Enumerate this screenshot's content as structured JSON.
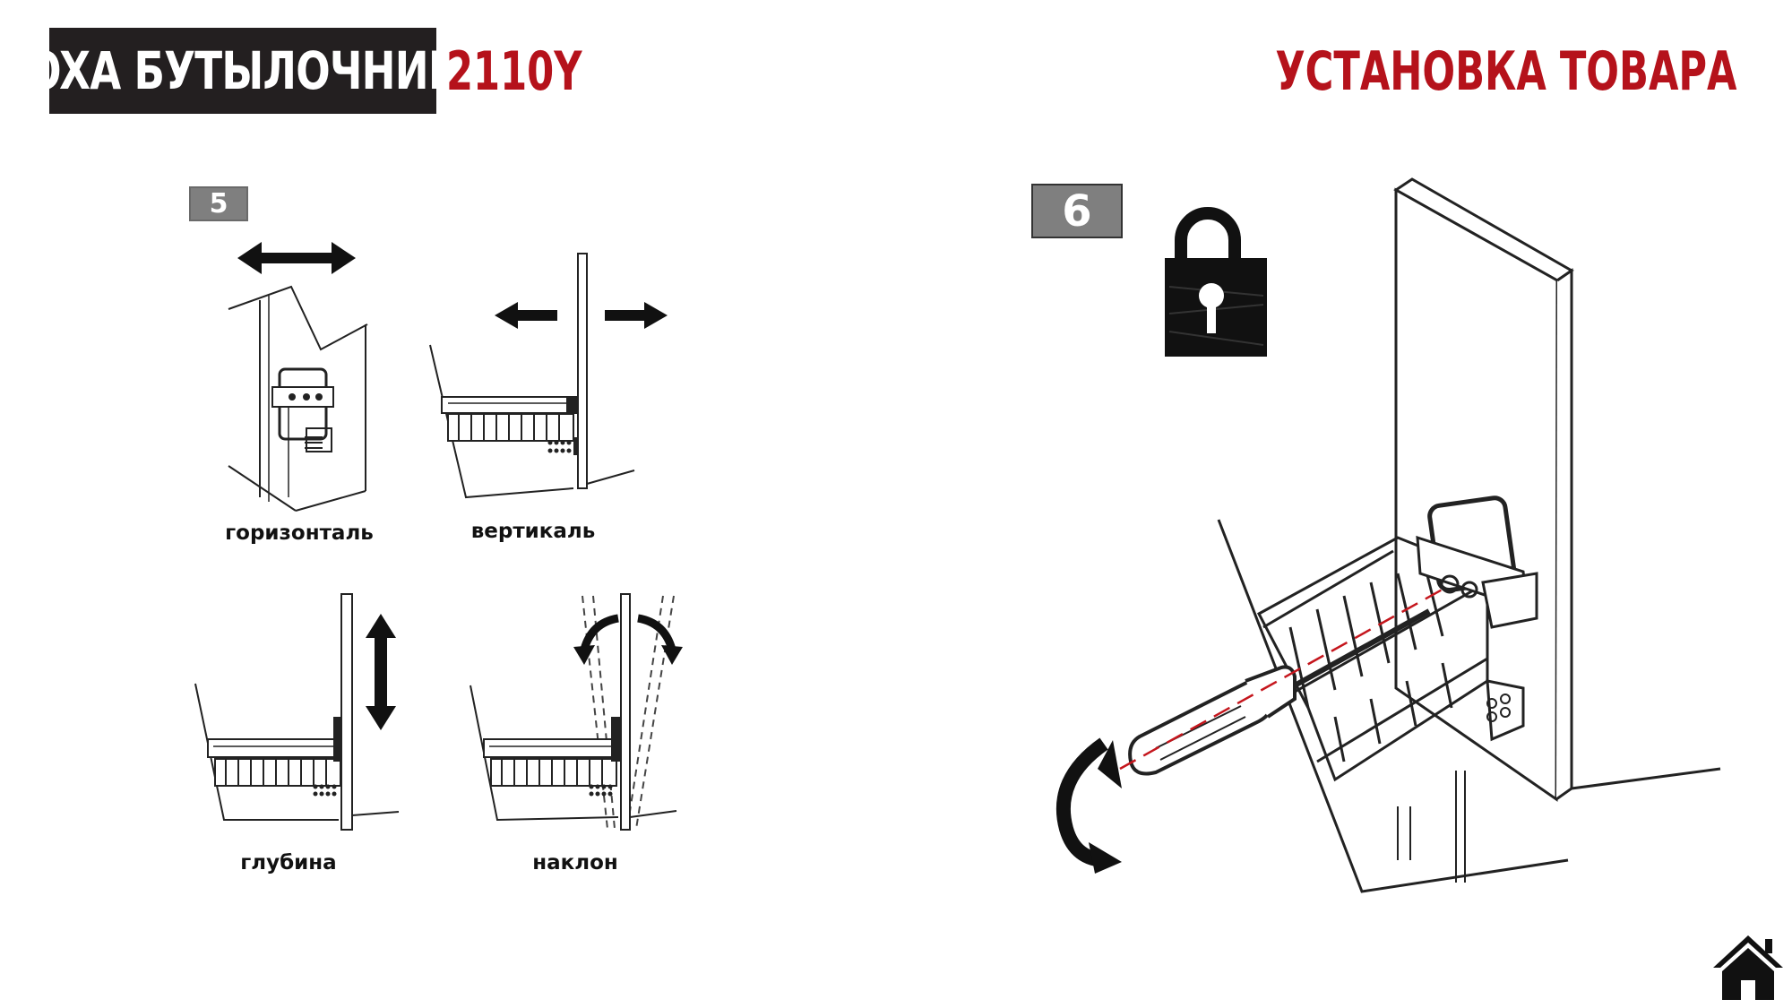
{
  "header": {
    "brand": "INOXA БУТЫЛОЧНИЦЫ",
    "model": "2110Y",
    "section": "УСТАНОВКА ТОВАРА"
  },
  "steps": [
    {
      "number": "5",
      "panels": [
        {
          "caption": "горизонталь"
        },
        {
          "caption": "вертикаль"
        },
        {
          "caption": "глубина"
        },
        {
          "caption": "наклон"
        }
      ]
    },
    {
      "number": "6"
    }
  ],
  "icons": {
    "lock": "lock-icon",
    "home": "home-icon"
  },
  "colors": {
    "accent": "#b5121b",
    "brand_box": "#231f20",
    "badge": "#7f7f7f"
  }
}
